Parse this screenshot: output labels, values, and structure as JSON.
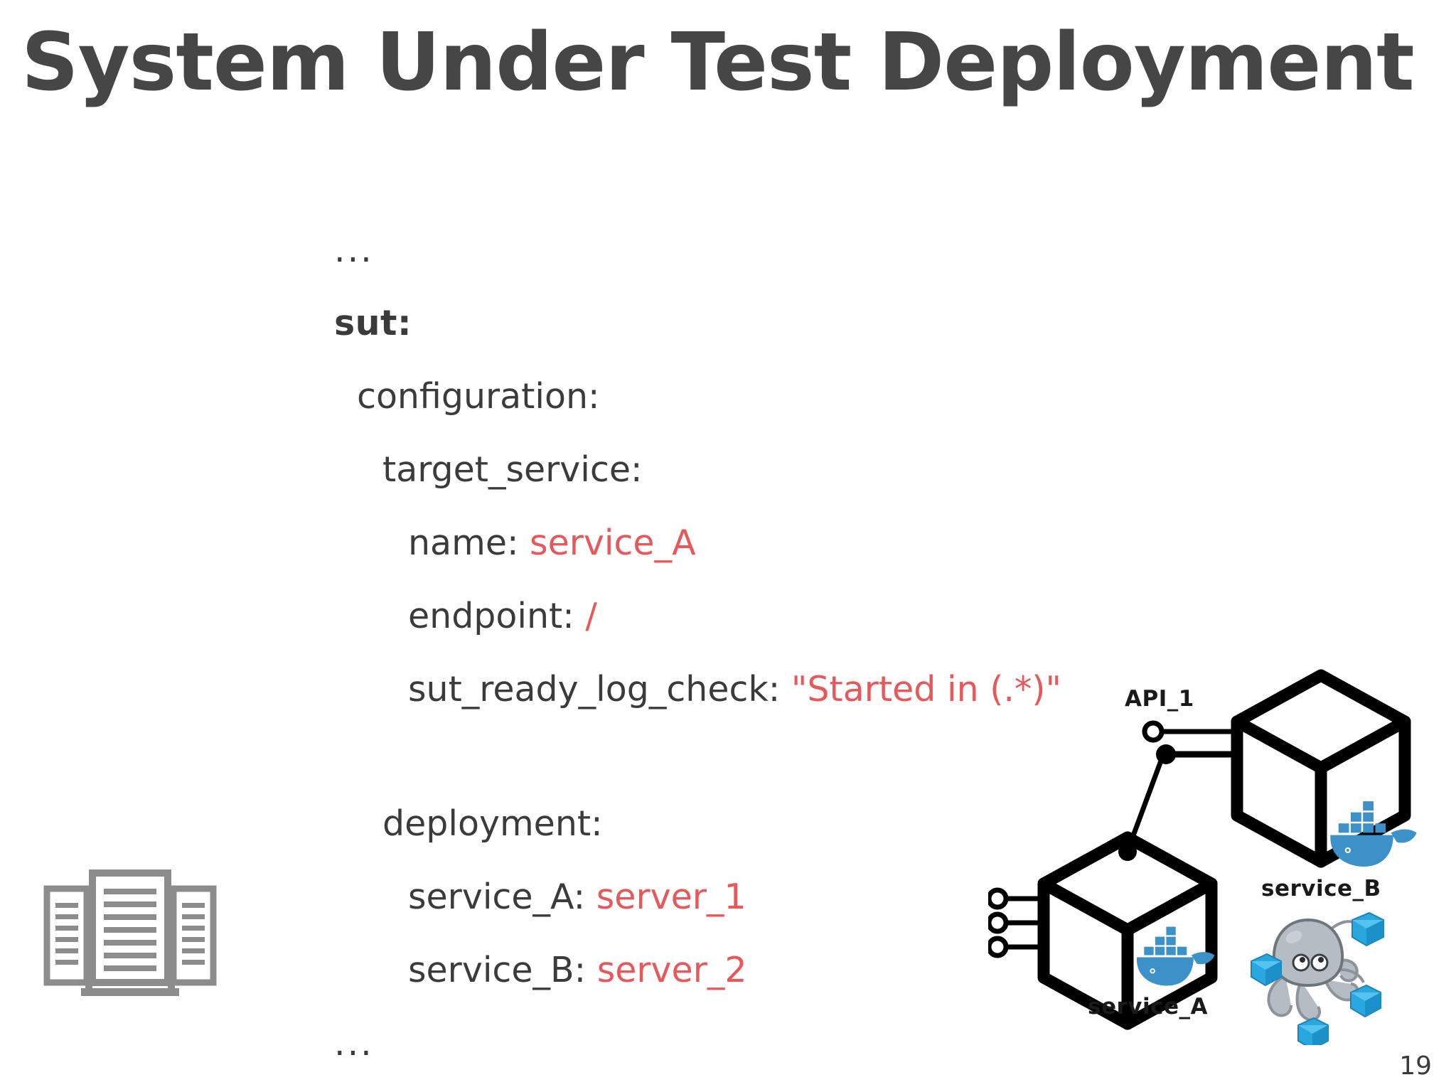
{
  "slide": {
    "title": "System Under Test Deployment",
    "page_number": "19",
    "title_color": "#464646",
    "accent_color": "#e8585a",
    "background": "#ffffff"
  },
  "yaml": {
    "leading_ellipsis": "...",
    "trailing_ellipsis": "...",
    "lines": [
      {
        "indent": 0,
        "key": "sut:",
        "value": "",
        "bold": true
      },
      {
        "indent": 1,
        "key": "configuration:",
        "value": "",
        "bold": false
      },
      {
        "indent": 2,
        "key": "target_service:",
        "value": "",
        "bold": false
      },
      {
        "indent": 3,
        "key": "name:",
        "value": "service_A",
        "bold": false
      },
      {
        "indent": 3,
        "key": "endpoint:",
        "value": "/",
        "bold": false
      },
      {
        "indent": 3,
        "key": "sut_ready_log_check:",
        "value": "\"Started in (.*)\"",
        "bold": false
      },
      {
        "indent": 2,
        "key": "deployment:",
        "value": "",
        "bold": false
      },
      {
        "indent": 3,
        "key": "service_A:",
        "value": "server_1",
        "bold": false
      },
      {
        "indent": 3,
        "key": "service_B:",
        "value": "server_2",
        "bold": false
      }
    ]
  },
  "diagram": {
    "labels": {
      "api_1": "API_1",
      "service_b": "service_B",
      "service_a": "service_A"
    },
    "icons": {
      "server_rack": "server-rack-icon",
      "cube_top": "cube-wireframe-service-b",
      "cube_bottom": "cube-wireframe-service-a",
      "docker_whale_top": "docker-whale-icon",
      "docker_whale_bottom": "docker-whale-icon",
      "compose_octopus": "docker-compose-octopus-icon"
    },
    "connector_ports": {
      "api1_hollow": "hollow-port",
      "api1_filled": "filled-port",
      "service_a_ports": 3
    },
    "colors": {
      "cube_stroke": "#000000",
      "docker_blue": "#2496ed",
      "docker_blue_light": "#3c91c8",
      "octopus_gray": "#b6bcc4",
      "rack_gray": "#8c8c8c"
    }
  }
}
